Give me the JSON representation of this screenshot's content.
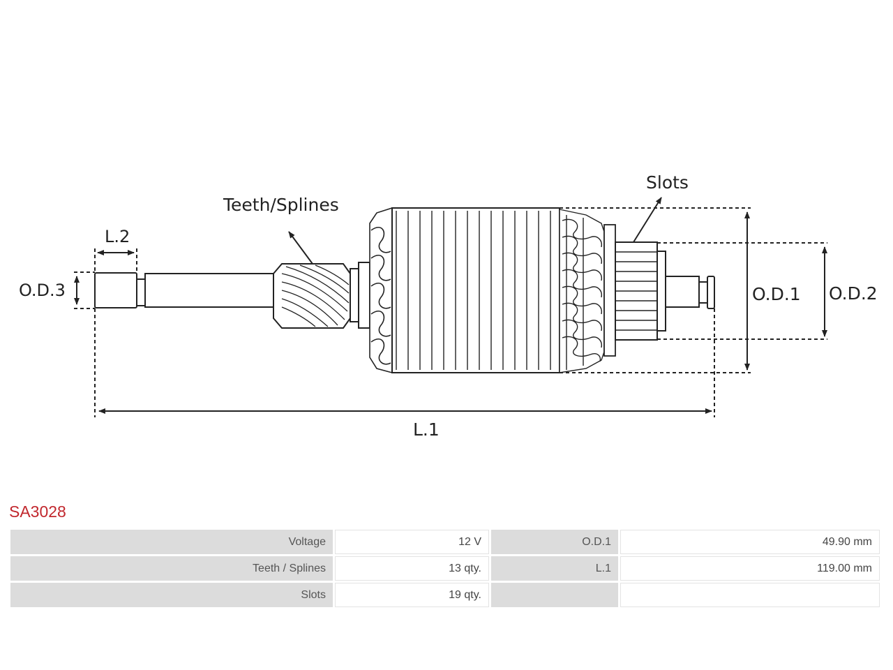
{
  "diagram": {
    "callouts": {
      "teeth": "Teeth/Splines",
      "slots": "Slots"
    },
    "dimensions": {
      "l2": "L.2",
      "od3": "O.D.3",
      "od1": "O.D.1",
      "od2": "O.D.2",
      "l1": "L.1"
    }
  },
  "product": {
    "code": "SA3028"
  },
  "specs": {
    "rows": [
      {
        "label1": "Voltage",
        "value1": "12 V",
        "label2": "O.D.1",
        "value2": "49.90 mm"
      },
      {
        "label1": "Teeth / Splines",
        "value1": "13 qty.",
        "label2": "L.1",
        "value2": "119.00 mm"
      },
      {
        "label1": "Slots",
        "value1": "19 qty.",
        "label2": "",
        "value2": ""
      }
    ]
  }
}
